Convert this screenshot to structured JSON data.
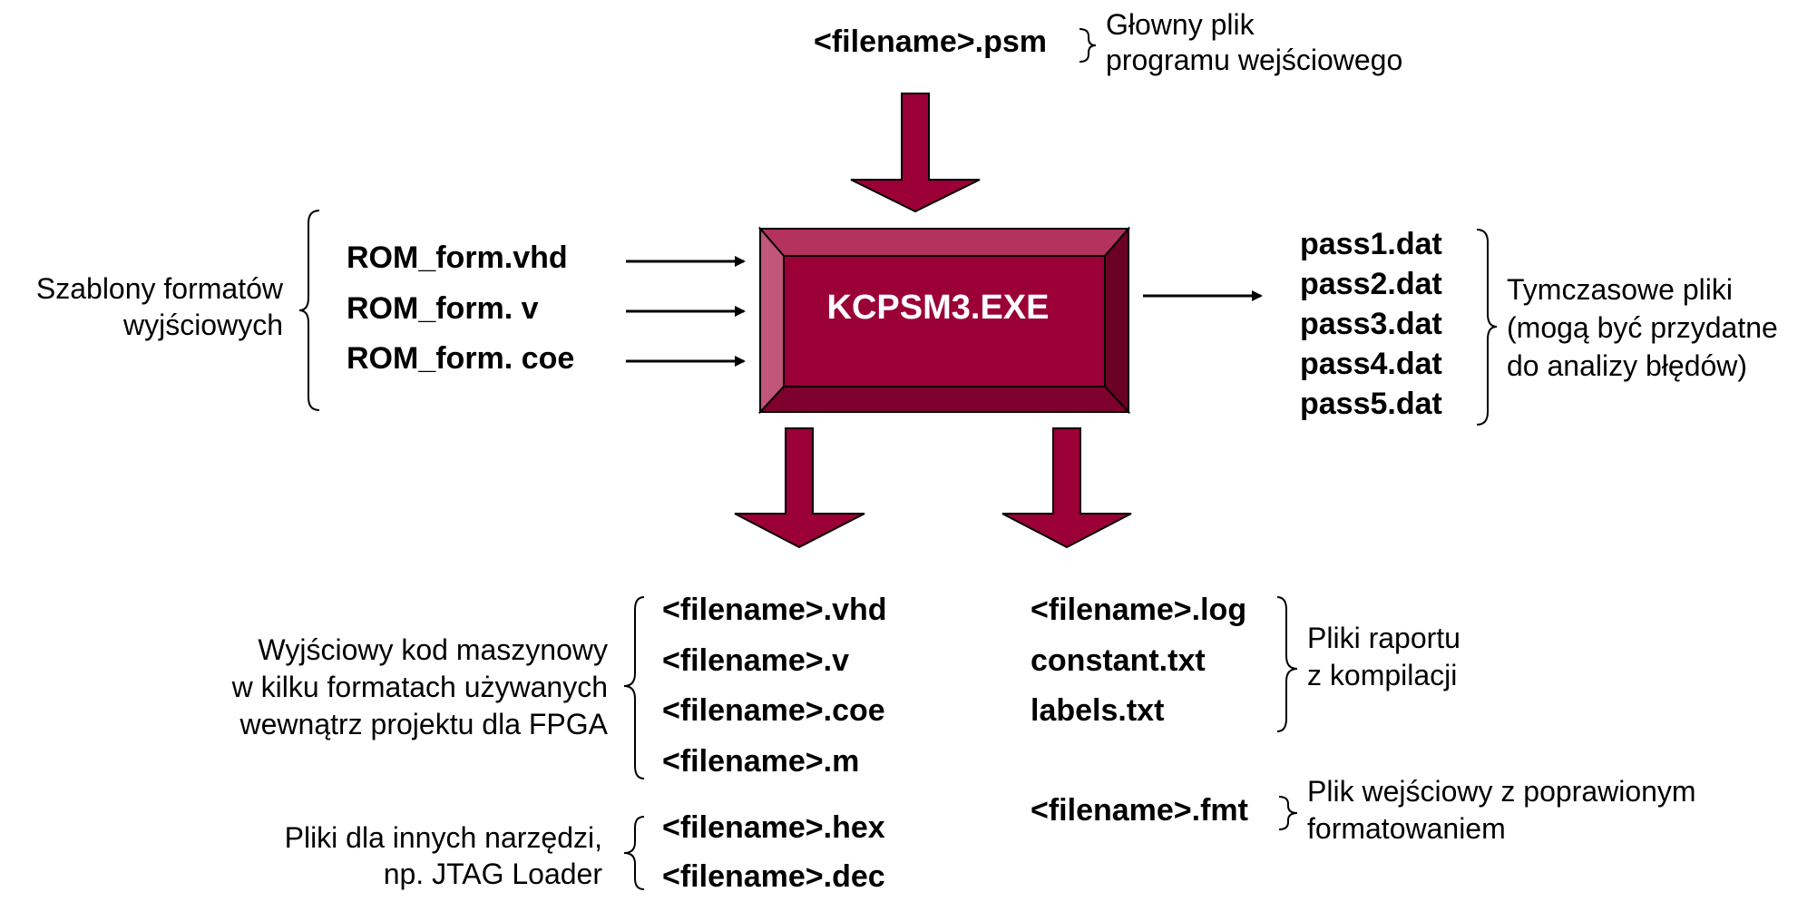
{
  "colors": {
    "accent": "#9B0036",
    "accent_dark": "#6A0024",
    "accent_light": "#C0567A",
    "accent_mid": "#B3335E"
  },
  "center": {
    "label": "KCPSM3.EXE"
  },
  "top": {
    "file": "<filename>.psm",
    "note": [
      "Głowny plik",
      "programu wejściowego"
    ]
  },
  "left": {
    "note": [
      "Szablony formatów",
      "wyjściowych"
    ],
    "files": [
      "ROM_form.vhd",
      "ROM_form. v",
      "ROM_form. coe"
    ]
  },
  "right": {
    "files": [
      "pass1.dat",
      "pass2.dat",
      "pass3.dat",
      "pass4.dat",
      "pass5.dat"
    ],
    "note": [
      "Tymczasowe pliki",
      "(mogą być przydatne",
      "do analizy błędów)"
    ]
  },
  "bottom_left": {
    "machine_code_note": [
      "Wyjściowy kod maszynowy",
      "w kilku formatach używanych",
      "wewnątrz projektu dla FPGA"
    ],
    "machine_code_files": [
      "<filename>.vhd",
      "<filename>.v",
      "<filename>.coe",
      "<filename>.m"
    ],
    "tools_note": [
      "Pliki dla innych narzędzi,",
      "np. JTAG Loader"
    ],
    "tools_files": [
      "<filename>.hex",
      "<filename>.dec"
    ]
  },
  "bottom_right": {
    "report_files": [
      "<filename>.log",
      "constant.txt",
      "labels.txt"
    ],
    "report_note": [
      "Pliki raportu",
      "z kompilacji"
    ],
    "fmt_file": "<filename>.fmt",
    "fmt_note": [
      "Plik wejściowy z poprawionym",
      "formatowaniem"
    ]
  }
}
